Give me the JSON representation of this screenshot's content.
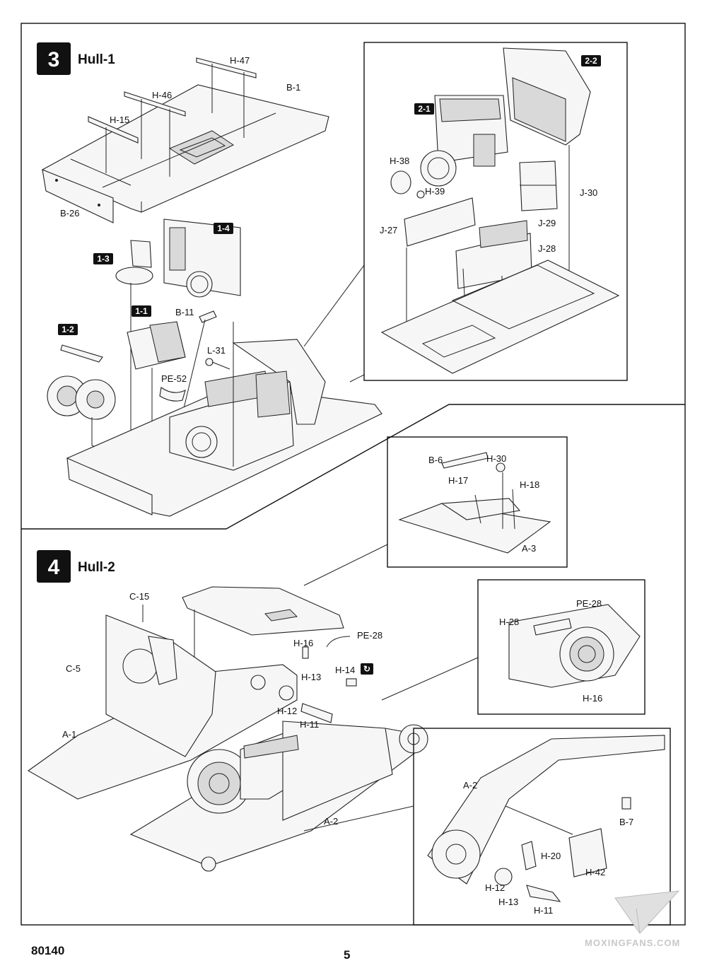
{
  "steps": [
    {
      "number": "3",
      "title": "Hull-1"
    },
    {
      "number": "4",
      "title": "Hull-2"
    }
  ],
  "badges": {
    "b13": "1-3",
    "b14": "1-4",
    "b11": "1-1",
    "b12": "1-2",
    "b21": "2-1",
    "b22": "2-2"
  },
  "labels": {
    "H47": "H-47",
    "B1": "B-1",
    "H46": "H-46",
    "H15": "H-15",
    "B26": "B-26",
    "B11": "B-11",
    "L31": "L-31",
    "PE52": "PE-52",
    "H38": "H-38",
    "H39": "H-39",
    "J30": "J-30",
    "J27": "J-27",
    "J29": "J-29",
    "J28": "J-28",
    "B6": "B-6",
    "H30": "H-30",
    "H17": "H-17",
    "H18": "H-18",
    "A3": "A-3",
    "C15": "C-15",
    "C5": "C-5",
    "A1": "A-1",
    "H16a": "H-16",
    "PE28a": "PE-28",
    "H14": "H-14",
    "H13a": "H-13",
    "H12a": "H-12",
    "H11a": "H-11",
    "A2a": "A-2",
    "PE28b": "PE-28",
    "H28": "H-28",
    "H16b": "H-16",
    "A2b": "A-2",
    "B7": "B-7",
    "H20": "H-20",
    "H42": "H-42",
    "H12b": "H-12",
    "H13b": "H-13",
    "H11b": "H-11"
  },
  "footer": {
    "code": "80140",
    "page": "5",
    "watermark": "MOXINGFANS.COM"
  }
}
